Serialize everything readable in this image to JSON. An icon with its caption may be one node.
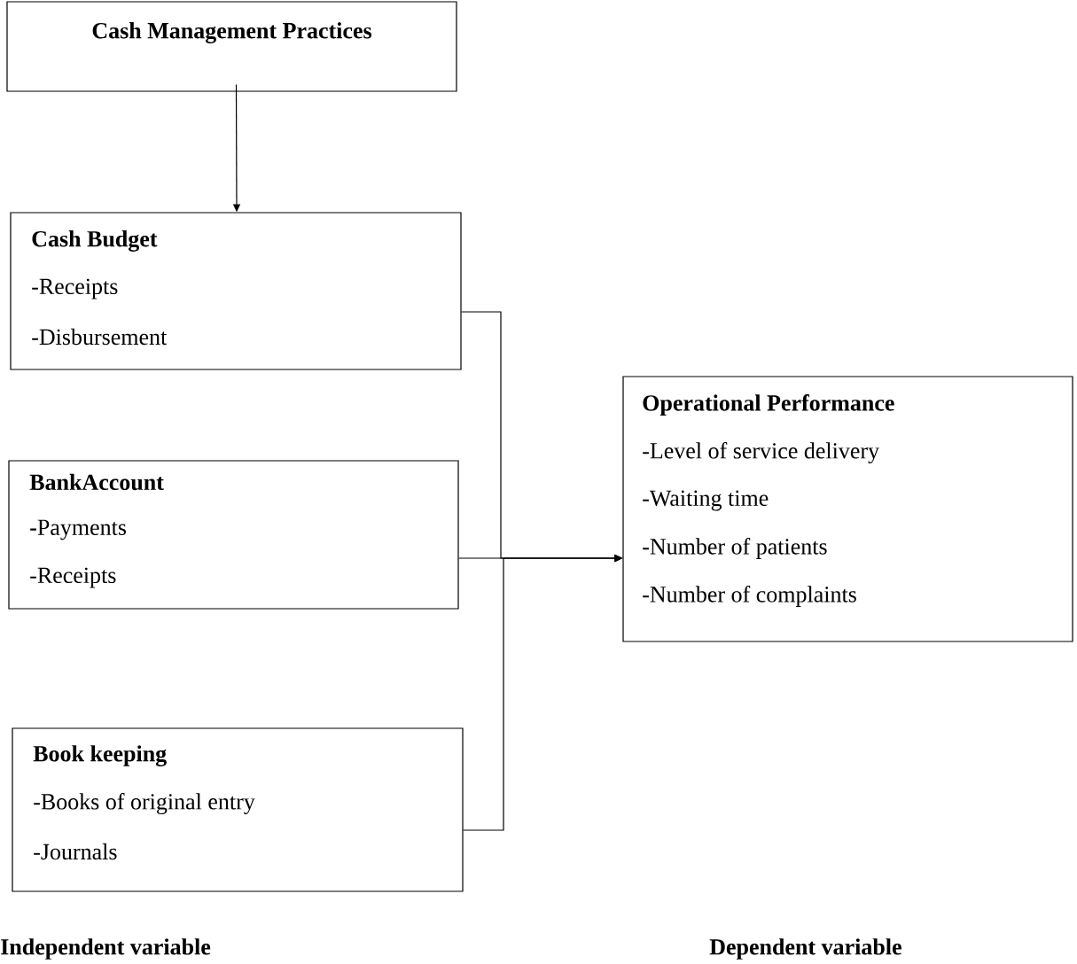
{
  "diagram": {
    "nodes": [
      {
        "text": [
          "Cash Management Practices"
        ]
      },
      {
        "text": [
          "Cash Budget",
          "-Receipts",
          "-Disbursement"
        ]
      },
      {
        "text": [
          "BankAccount",
          "**-**Payments",
          "-Receipts"
        ]
      },
      {
        "text": [
          "Book keeping",
          "-Books of original entry",
          "-Journals"
        ]
      },
      {
        "text": [
          "Operational Performance",
          "-Level of service delivery",
          "-Waiting time",
          "-Number of patients",
          "-Number of complaints"
        ]
      }
    ],
    "edges": [
      {
        "from": 0,
        "to": 1,
        "arrow": "to"
      },
      {
        "from": 1,
        "to": 4,
        "arrow": "to"
      },
      {
        "from": 2,
        "to": 4,
        "arrow": "to"
      },
      {
        "from": 3,
        "to": 4,
        "arrow": "to"
      }
    ],
    "labels": [
      "Independent variable",
      "Dependent variable"
    ]
  }
}
